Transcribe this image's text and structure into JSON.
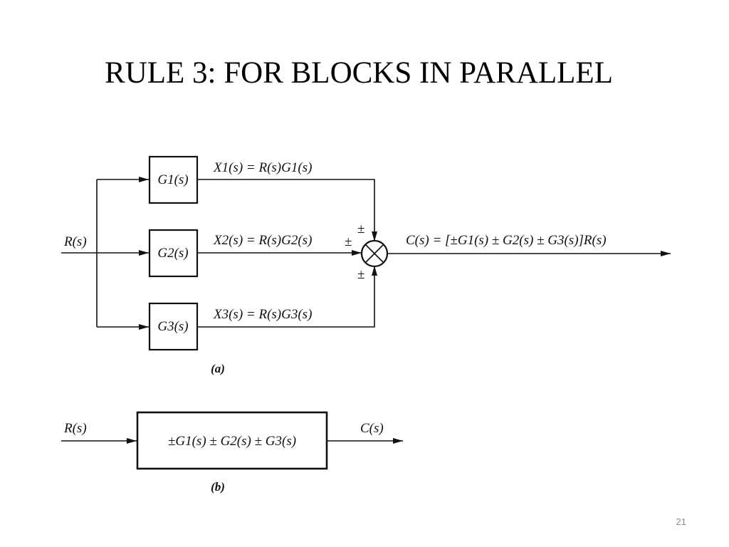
{
  "slide": {
    "title": "RULE 3: FOR BLOCKS IN PARALLEL",
    "page_number": "21"
  },
  "diagram_a": {
    "input_label": "R(s)",
    "blocks": [
      {
        "label": "G1(s)",
        "output_eq": "X1(s) = R(s)G1(s)"
      },
      {
        "label": "G2(s)",
        "output_eq": "X2(s) = R(s)G2(s)"
      },
      {
        "label": "G3(s)",
        "output_eq": "X3(s) = R(s)G3(s)"
      }
    ],
    "summing_signs": [
      "±",
      "±",
      "±"
    ],
    "output_eq": "C(s) = [±G1(s) ± G2(s) ± G3(s)]R(s)",
    "caption": "(a)"
  },
  "diagram_b": {
    "input_label": "R(s)",
    "block_label": "±G1(s) ± G2(s) ± G3(s)",
    "output_label": "C(s)",
    "caption": "(b)"
  }
}
